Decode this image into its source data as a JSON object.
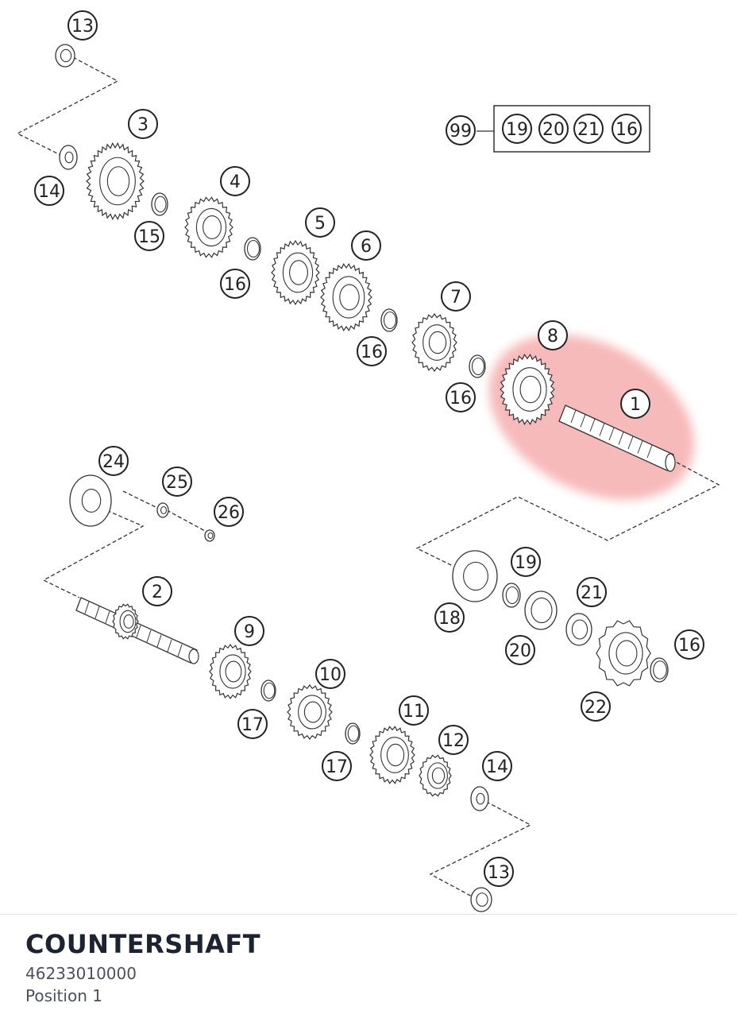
{
  "diagram": {
    "kit_label": "99",
    "kit_items": [
      "19",
      "20",
      "21",
      "16"
    ],
    "callouts": [
      {
        "id": "c13a",
        "label": "13"
      },
      {
        "id": "c3",
        "label": "3"
      },
      {
        "id": "c14a",
        "label": "14"
      },
      {
        "id": "c15",
        "label": "15"
      },
      {
        "id": "c4",
        "label": "4"
      },
      {
        "id": "c16a",
        "label": "16"
      },
      {
        "id": "c5",
        "label": "5"
      },
      {
        "id": "c6",
        "label": "6"
      },
      {
        "id": "c16b",
        "label": "16"
      },
      {
        "id": "c7",
        "label": "7"
      },
      {
        "id": "c8",
        "label": "8"
      },
      {
        "id": "c16c",
        "label": "16"
      },
      {
        "id": "c1",
        "label": "1"
      },
      {
        "id": "c24",
        "label": "24"
      },
      {
        "id": "c25",
        "label": "25"
      },
      {
        "id": "c26",
        "label": "26"
      },
      {
        "id": "c2",
        "label": "2"
      },
      {
        "id": "c9",
        "label": "9"
      },
      {
        "id": "c17a",
        "label": "17"
      },
      {
        "id": "c10",
        "label": "10"
      },
      {
        "id": "c17b",
        "label": "17"
      },
      {
        "id": "c11",
        "label": "11"
      },
      {
        "id": "c12",
        "label": "12"
      },
      {
        "id": "c14b",
        "label": "14"
      },
      {
        "id": "c13b",
        "label": "13"
      },
      {
        "id": "c19",
        "label": "19"
      },
      {
        "id": "c18",
        "label": "18"
      },
      {
        "id": "c21",
        "label": "21"
      },
      {
        "id": "c20",
        "label": "20"
      },
      {
        "id": "c16d",
        "label": "16"
      },
      {
        "id": "c22",
        "label": "22"
      }
    ],
    "highlight_color": "#f2a0a0",
    "line_color": "#333333"
  },
  "part": {
    "name": "COUNTERSHAFT",
    "number": "46233010000",
    "position": "Position 1"
  }
}
